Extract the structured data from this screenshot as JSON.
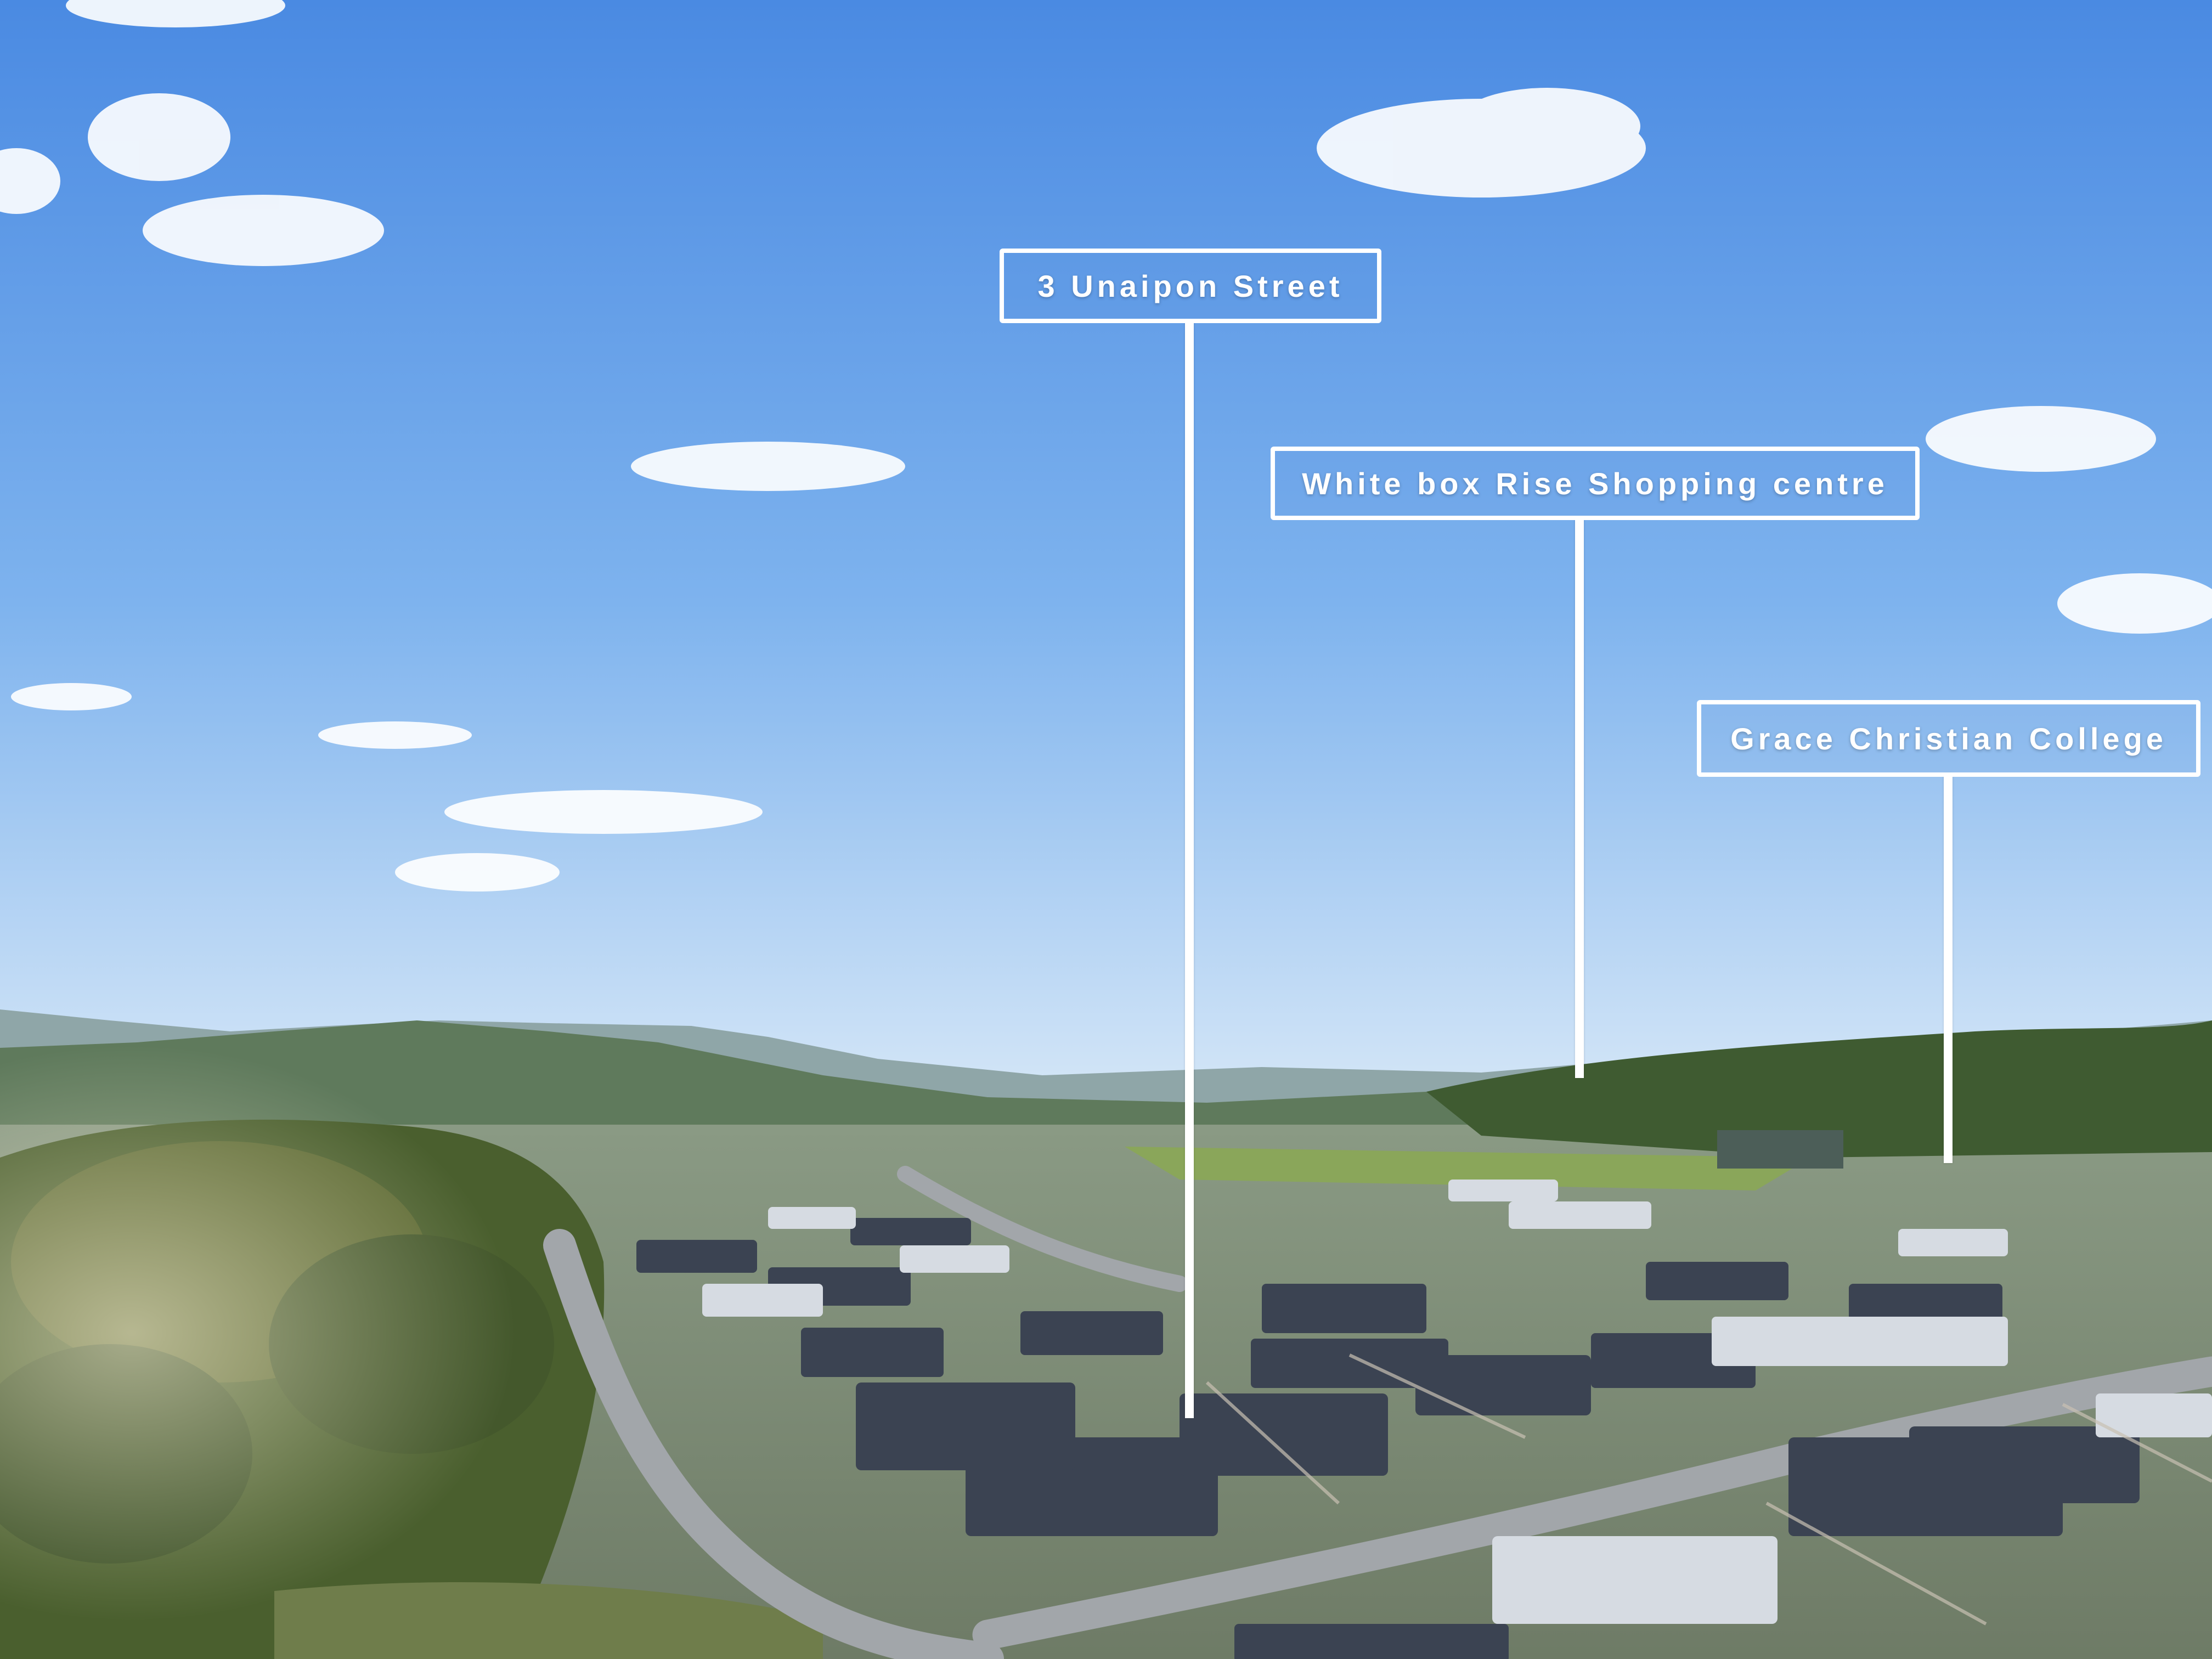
{
  "photo": {
    "subject": "aerial-residential-estate",
    "colors": {
      "sky_top": "#4f8fe4",
      "sky_horizon": "#cfe3f6",
      "hills": "#6b8a78",
      "trees": "#3d5a2c",
      "lawn": "#8aa65a",
      "road": "#9fa3a8",
      "roof_dark": "#3a4250",
      "roof_light": "#d9dde3",
      "callout": "#ffffff"
    }
  },
  "callouts": [
    {
      "label": "3 Unaipon Street"
    },
    {
      "label": "White box Rise Shopping centre"
    },
    {
      "label": "Grace Christian College"
    }
  ]
}
